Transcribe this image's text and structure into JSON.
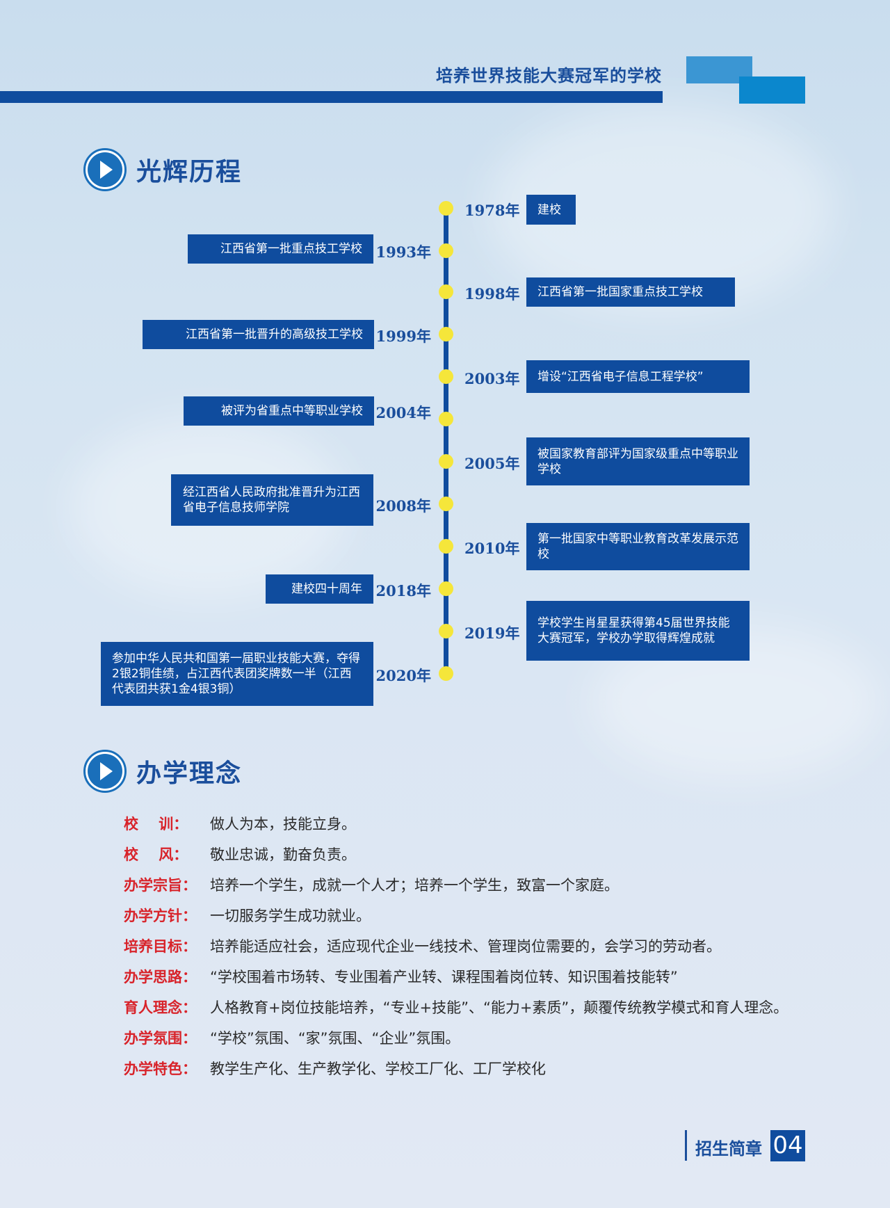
{
  "header": {
    "title": "培养世界技能大赛冠军的学校",
    "colors": {
      "bar": "#0f4c9e",
      "square1": "#3b96d3",
      "square2": "#0b87cd"
    }
  },
  "history": {
    "title": "光辉历程",
    "right": [
      {
        "year": "1978年",
        "text": "建校"
      },
      {
        "year": "1998年",
        "text": "江西省第一批国家重点技工学校"
      },
      {
        "year": "2003年",
        "text": "增设“江西省电子信息工程学校”"
      },
      {
        "year": "2005年",
        "text": "被国家教育部评为国家级重点中等职业学校"
      },
      {
        "year": "2010年",
        "text": "第一批国家中等职业教育改革发展示范校"
      },
      {
        "year": "2019年",
        "text": "学校学生肖星星获得第45届世界技能大赛冠军，学校办学取得辉煌成就"
      }
    ],
    "left": [
      {
        "year": "1993年",
        "text": "江西省第一批重点技工学校"
      },
      {
        "year": "1999年",
        "text": "江西省第一批晋升的高级技工学校"
      },
      {
        "year": "2004年",
        "text": "被评为省重点中等职业学校"
      },
      {
        "year": "2008年",
        "text": "经江西省人民政府批准晋升为江西省电子信息技师学院"
      },
      {
        "year": "2018年",
        "text": "建校四十周年"
      },
      {
        "year": "2020年",
        "text": "参加中华人民共和国第一届职业技能大赛，夺得2银2铜佳绩，占江西代表团奖牌数一半（江西代表团共获1金4银3铜）"
      }
    ]
  },
  "philosophy": {
    "title": "办学理念",
    "items": [
      {
        "label": "校    训：",
        "text": "做人为本，技能立身。"
      },
      {
        "label": "校    风：",
        "text": "敬业忠诚，勤奋负责。"
      },
      {
        "label": "办学宗旨：",
        "text": "培养一个学生，成就一个人才；培养一个学生，致富一个家庭。"
      },
      {
        "label": "办学方针：",
        "text": "一切服务学生成功就业。"
      },
      {
        "label": "培养目标：",
        "text": "培养能适应社会，适应现代企业一线技术、管理岗位需要的，会学习的劳动者。"
      },
      {
        "label": "办学思路：",
        "text": "“学校围着市场转、专业围着产业转、课程围着岗位转、知识围着技能转”"
      },
      {
        "label": "育人理念：",
        "text": "人格教育+岗位技能培养，“专业+技能”、“能力+素质”，颠覆传统教学模式和育人理念。"
      },
      {
        "label": "办学氛围：",
        "text": "“学校”氛围、“家”氛围、“企业”氛围。"
      },
      {
        "label": "办学特色：",
        "text": "教学生产化、生产教学化、学校工厂化、工厂学校化"
      }
    ]
  },
  "footer": {
    "label": "招生简章",
    "page": "04"
  }
}
